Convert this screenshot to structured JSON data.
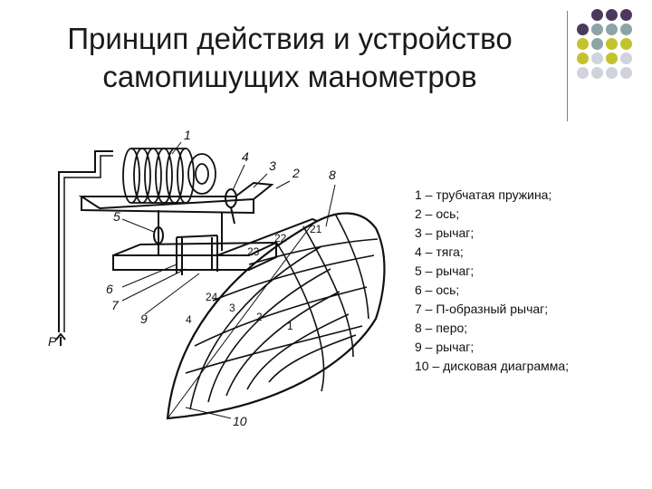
{
  "slide": {
    "title_line1": "Принцип действия и устройство",
    "title_line2": "самопишущих манометров"
  },
  "legend": [
    "1 – трубчатая пружина;",
    "2 – ось;",
    "3 – рычаг;",
    "4 – тяга;",
    "5 – рычаг;",
    "6 – ось;",
    "7 – П-образный рычаг;",
    "8 – перо;",
    "9 – рычаг;",
    "10 – дисковая диаграмма;"
  ],
  "figure": {
    "callouts": [
      "1",
      "2",
      "3",
      "4",
      "5",
      "6",
      "7",
      "8",
      "9",
      "10"
    ],
    "pressure_label": "P",
    "chart_numbers": [
      "21",
      "22",
      "23",
      "24",
      "1",
      "2",
      "3",
      "4"
    ]
  },
  "colors": {
    "purple": "#4b3a5e",
    "gray": "#8ea3a3",
    "olive": "#c4c22e",
    "light": "#d0d3dc"
  }
}
